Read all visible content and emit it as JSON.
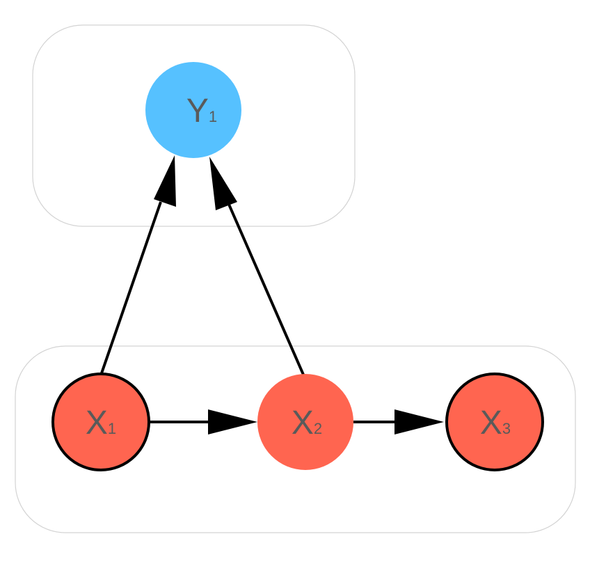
{
  "colors": {
    "y_node_fill": "#56c1ff",
    "x_node_fill": "#ff6550",
    "node_outline": "#000000",
    "label_text": "#5a5a5a",
    "cluster_border": "#d3d3d3",
    "edge": "#000000"
  },
  "clusters": [
    {
      "id": "cluster-y"
    },
    {
      "id": "cluster-x"
    }
  ],
  "nodes": {
    "y1": {
      "letter": "Y",
      "sub": "1",
      "fill_key": "y_node_fill",
      "outlined": false
    },
    "x1": {
      "letter": "X",
      "sub": "1",
      "fill_key": "x_node_fill",
      "outlined": true
    },
    "x2": {
      "letter": "X",
      "sub": "2",
      "fill_key": "x_node_fill",
      "outlined": false
    },
    "x3": {
      "letter": "X",
      "sub": "3",
      "fill_key": "x_node_fill",
      "outlined": true
    }
  },
  "edges": [
    {
      "from": "x1",
      "to": "y1"
    },
    {
      "from": "x2",
      "to": "y1"
    },
    {
      "from": "x1",
      "to": "x2"
    },
    {
      "from": "x2",
      "to": "x3"
    }
  ]
}
